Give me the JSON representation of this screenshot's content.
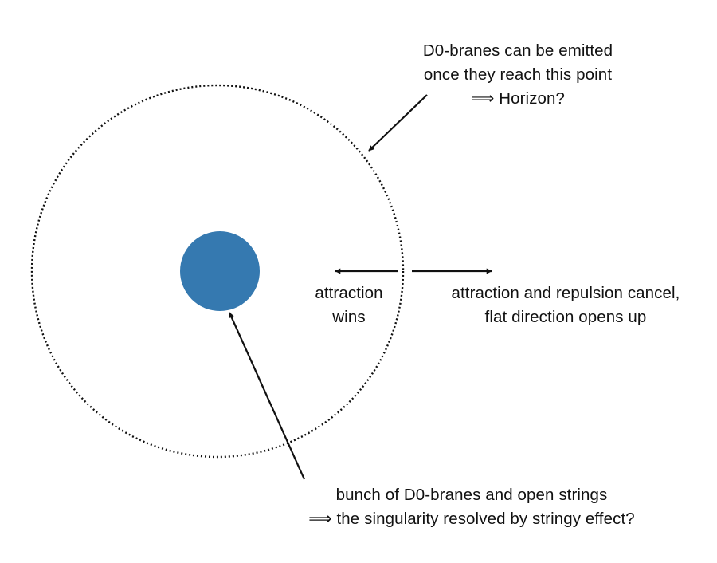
{
  "diagram": {
    "colors": {
      "background": "#ffffff",
      "ink": "#111111",
      "core_fill": "#3579b0"
    },
    "horizon_label": {
      "line1": "D0-branes can be emitted",
      "line2": "once they reach this point",
      "line3": "⟹ Horizon?"
    },
    "inner_label": {
      "line1": "attraction",
      "line2": "wins"
    },
    "outer_label": {
      "line1": "attraction and repulsion cancel,",
      "line2": "flat direction opens up"
    },
    "core_label": {
      "line1": "bunch of D0-branes and open strings",
      "line2": "⟹ the singularity resolved by stringy effect?"
    }
  }
}
